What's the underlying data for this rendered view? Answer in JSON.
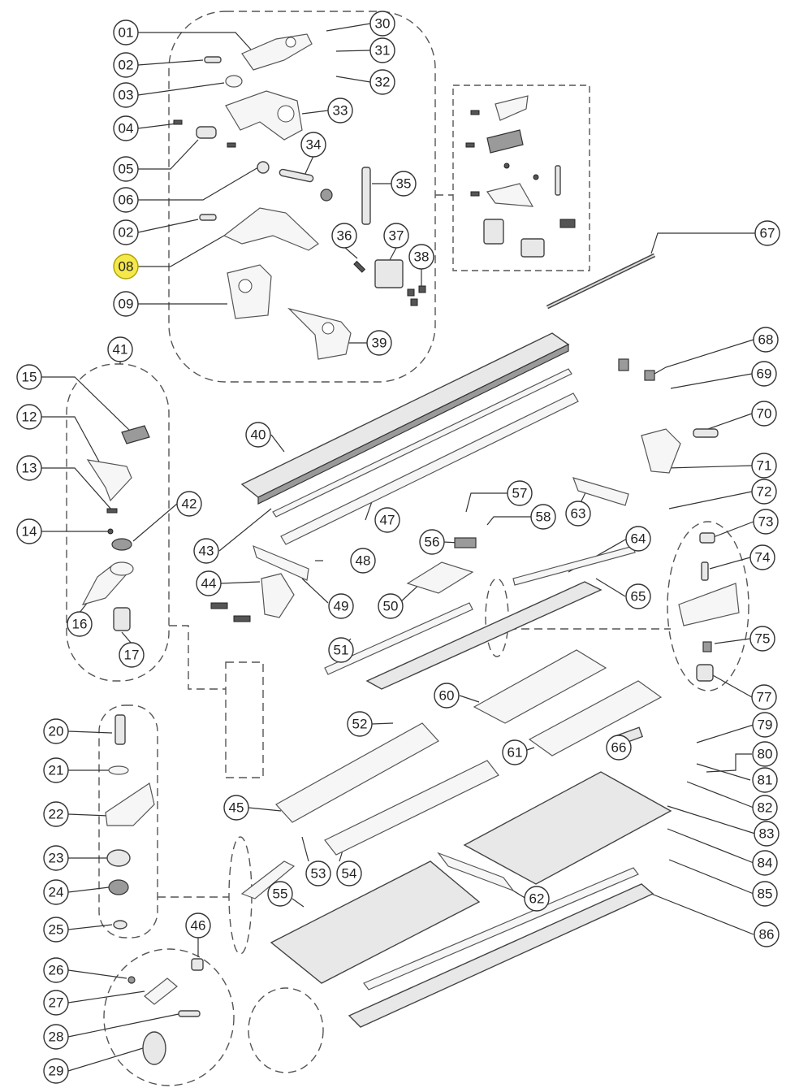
{
  "diagram": {
    "title": "Exploded parts diagram",
    "highlighted_label": "08",
    "callouts": [
      {
        "label": "01"
      },
      {
        "label": "02"
      },
      {
        "label": "03"
      },
      {
        "label": "04"
      },
      {
        "label": "05"
      },
      {
        "label": "06"
      },
      {
        "label": "02"
      },
      {
        "label": "08"
      },
      {
        "label": "09"
      },
      {
        "label": "30"
      },
      {
        "label": "31"
      },
      {
        "label": "32"
      },
      {
        "label": "33"
      },
      {
        "label": "34"
      },
      {
        "label": "35"
      },
      {
        "label": "36"
      },
      {
        "label": "37"
      },
      {
        "label": "38"
      },
      {
        "label": "39"
      },
      {
        "label": "41"
      },
      {
        "label": "15"
      },
      {
        "label": "12"
      },
      {
        "label": "13"
      },
      {
        "label": "14"
      },
      {
        "label": "42"
      },
      {
        "label": "16"
      },
      {
        "label": "17"
      },
      {
        "label": "40"
      },
      {
        "label": "43"
      },
      {
        "label": "47"
      },
      {
        "label": "48"
      },
      {
        "label": "44"
      },
      {
        "label": "49"
      },
      {
        "label": "50"
      },
      {
        "label": "51"
      },
      {
        "label": "56"
      },
      {
        "label": "57"
      },
      {
        "label": "58"
      },
      {
        "label": "63"
      },
      {
        "label": "64"
      },
      {
        "label": "65"
      },
      {
        "label": "67"
      },
      {
        "label": "68"
      },
      {
        "label": "69"
      },
      {
        "label": "70"
      },
      {
        "label": "71"
      },
      {
        "label": "72"
      },
      {
        "label": "73"
      },
      {
        "label": "74"
      },
      {
        "label": "75"
      },
      {
        "label": "77"
      },
      {
        "label": "20"
      },
      {
        "label": "21"
      },
      {
        "label": "22"
      },
      {
        "label": "23"
      },
      {
        "label": "24"
      },
      {
        "label": "25"
      },
      {
        "label": "26"
      },
      {
        "label": "27"
      },
      {
        "label": "28"
      },
      {
        "label": "29"
      },
      {
        "label": "46"
      },
      {
        "label": "45"
      },
      {
        "label": "52"
      },
      {
        "label": "53"
      },
      {
        "label": "54"
      },
      {
        "label": "55"
      },
      {
        "label": "60"
      },
      {
        "label": "61"
      },
      {
        "label": "62"
      },
      {
        "label": "66"
      },
      {
        "label": "79"
      },
      {
        "label": "80"
      },
      {
        "label": "81"
      },
      {
        "label": "82"
      },
      {
        "label": "83"
      },
      {
        "label": "84"
      },
      {
        "label": "85"
      },
      {
        "label": "86"
      }
    ]
  }
}
